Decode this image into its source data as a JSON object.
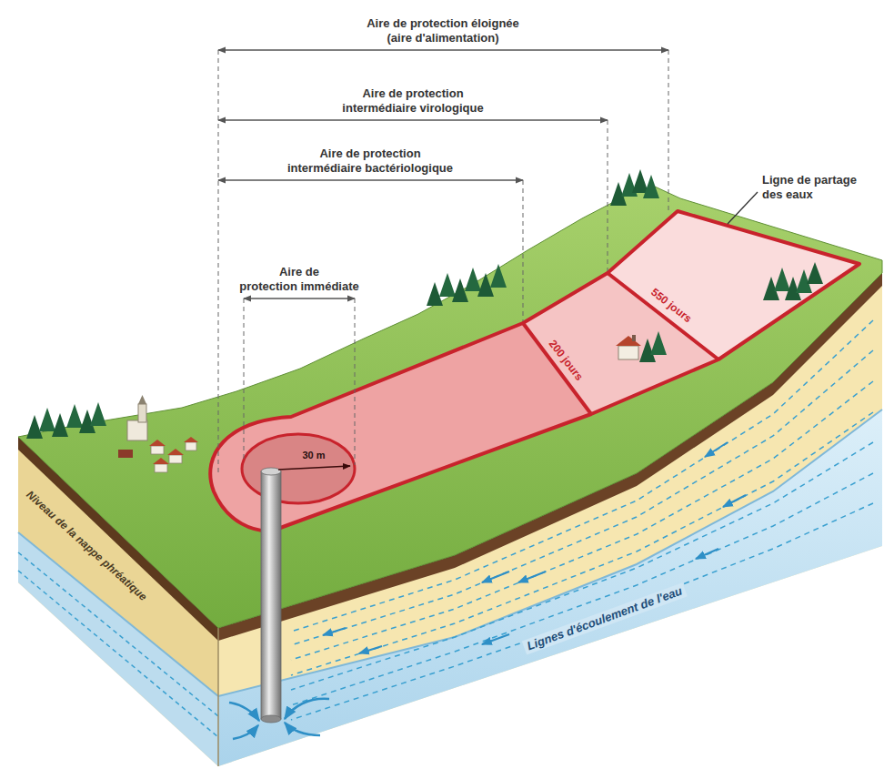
{
  "diagram": {
    "labels": [
      "Aire de protection éloignée (aire d'alimentation)",
      "Aire de protection intermédiaire virologique",
      "Aire de protection intermédiaire bactériologique",
      "Aire de protection immédiate",
      "30 m",
      "200 jours",
      "550 jours",
      "Ligne de partage des eaux",
      "Niveau de la nappe phréatique",
      "Lignes d'écoulement de l'eau"
    ]
  }
}
